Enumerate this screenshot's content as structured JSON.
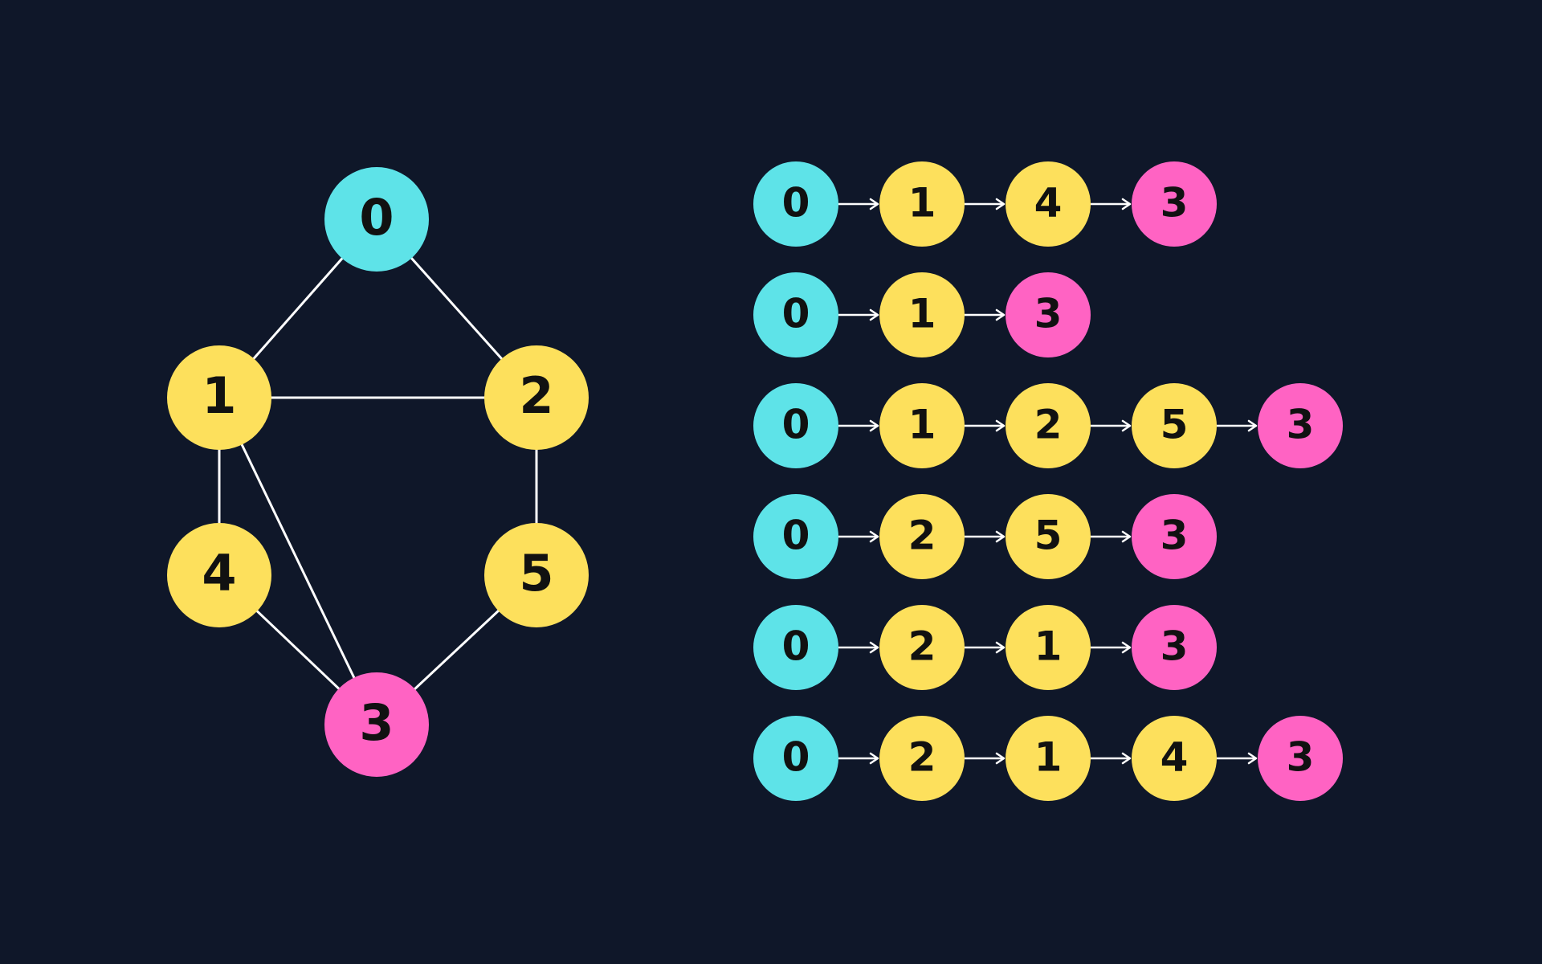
{
  "colors": {
    "background": "#0f1729",
    "start": "#5ee3e8",
    "intermediate": "#fde05c",
    "end": "#ff63c3",
    "edge": "#ffffff",
    "label": "#111111"
  },
  "graph": {
    "nodes": [
      {
        "id": "0",
        "label": "0",
        "role": "start"
      },
      {
        "id": "1",
        "label": "1",
        "role": "intermediate"
      },
      {
        "id": "2",
        "label": "2",
        "role": "intermediate"
      },
      {
        "id": "4",
        "label": "4",
        "role": "intermediate"
      },
      {
        "id": "5",
        "label": "5",
        "role": "intermediate"
      },
      {
        "id": "3",
        "label": "3",
        "role": "end"
      }
    ],
    "edges": [
      [
        "0",
        "1"
      ],
      [
        "0",
        "2"
      ],
      [
        "1",
        "2"
      ],
      [
        "1",
        "4"
      ],
      [
        "1",
        "3"
      ],
      [
        "2",
        "5"
      ],
      [
        "4",
        "3"
      ],
      [
        "5",
        "3"
      ]
    ]
  },
  "paths": [
    [
      "0",
      "1",
      "4",
      "3"
    ],
    [
      "0",
      "1",
      "3"
    ],
    [
      "0",
      "1",
      "2",
      "5",
      "3"
    ],
    [
      "0",
      "2",
      "5",
      "3"
    ],
    [
      "0",
      "2",
      "1",
      "3"
    ],
    [
      "0",
      "2",
      "1",
      "4",
      "3"
    ]
  ]
}
